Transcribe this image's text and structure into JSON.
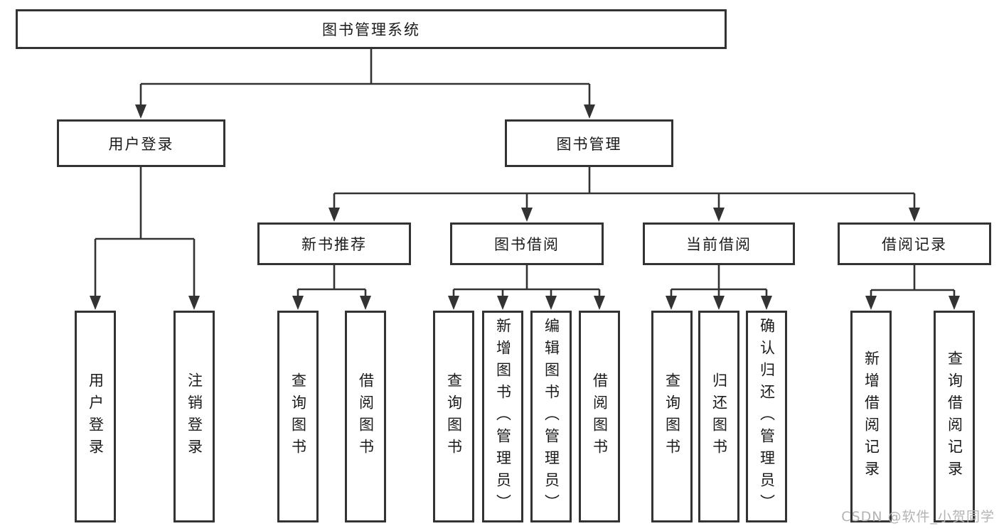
{
  "diagram": {
    "title": "图书管理系统",
    "root": {
      "label": "图书管理系统"
    },
    "level2": [
      {
        "label": "用户登录"
      },
      {
        "label": "图书管理"
      }
    ],
    "level3": [
      {
        "parent": "图书管理",
        "label": "新书推荐"
      },
      {
        "parent": "图书管理",
        "label": "图书借阅"
      },
      {
        "parent": "图书管理",
        "label": "当前借阅"
      },
      {
        "parent": "图书管理",
        "label": "借阅记录"
      }
    ],
    "leaves": [
      {
        "parent": "用户登录",
        "label": "用户登录"
      },
      {
        "parent": "用户登录",
        "label": "注销登录"
      },
      {
        "parent": "新书推荐",
        "label": "查询图书"
      },
      {
        "parent": "新书推荐",
        "label": "借阅图书"
      },
      {
        "parent": "图书借阅",
        "label": "查询图书"
      },
      {
        "parent": "图书借阅",
        "label": "新增图书（管理员）"
      },
      {
        "parent": "图书借阅",
        "label": "编辑图书（管理员）"
      },
      {
        "parent": "图书借阅",
        "label": "借阅图书"
      },
      {
        "parent": "当前借阅",
        "label": "查询图书"
      },
      {
        "parent": "当前借阅",
        "label": "归还图书"
      },
      {
        "parent": "当前借阅",
        "label": "确认归还（管理员）"
      },
      {
        "parent": "借阅记录",
        "label": "新增借阅记录"
      },
      {
        "parent": "借阅记录",
        "label": "查询借阅记录"
      }
    ]
  },
  "watermark": {
    "text": "CSDN @软件_小贺同学"
  },
  "colors": {
    "line": "#333333",
    "text": "#1a1a1a",
    "watermark": "#b3b3b3",
    "background": "#ffffff"
  }
}
